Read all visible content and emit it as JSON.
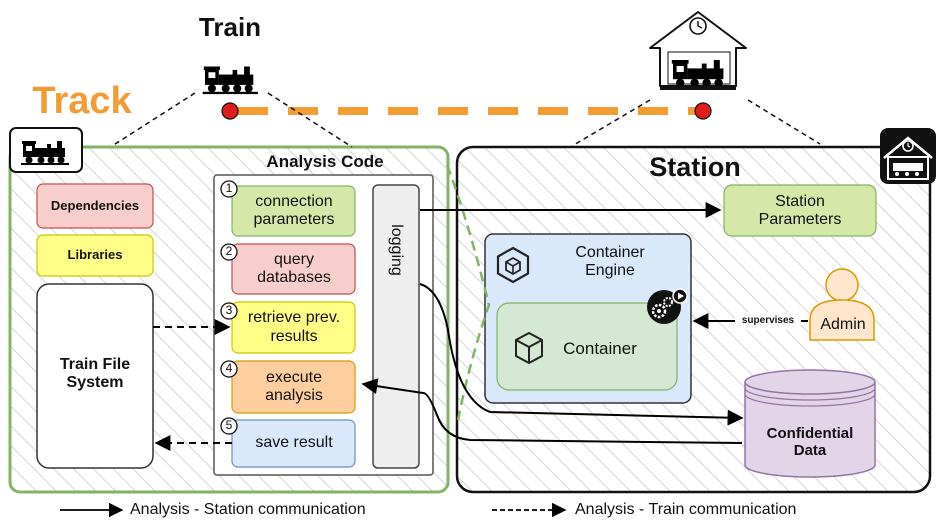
{
  "colors": {
    "track_border": "#82b366",
    "station_border": "#111111",
    "orange": "#f39c33",
    "green_box": "#d5e8a8",
    "green_box_border": "#82b366",
    "red_box": "#f8cecc",
    "red_box_border": "#b85450",
    "yellow_box": "#ffff88",
    "yellow_box_border": "#c8c800",
    "orange_box": "#ffce9f",
    "orange_box_border": "#d79b00",
    "blue_box": "#dae8fc",
    "blue_box_border": "#6c8ebf",
    "purple": "#e1d5e7",
    "purple_border": "#9673a6",
    "admin_fill": "#ffe6cc",
    "admin_border": "#d79b00",
    "red_dot": "#e01b1b"
  },
  "labels": {
    "train": "Train",
    "track": "Track",
    "station": "Station",
    "analysis_code": "Analysis Code",
    "dependencies": "Dependencies",
    "libraries": "Libraries",
    "train_file_system": "Train File System",
    "logging": "logging",
    "station_parameters": "Station Parameters",
    "container_engine": "Container Engine",
    "container": "Container",
    "admin": "Admin",
    "supervises": "supervises",
    "confidential_data": "Confidential Data",
    "legend_solid": "Analysis - Station communication",
    "legend_dashed": "Analysis - Train communication"
  },
  "steps": [
    {
      "number": "1",
      "label": "connection parameters",
      "color": "green"
    },
    {
      "number": "2",
      "label": "query databases",
      "color": "red"
    },
    {
      "number": "3",
      "label": "retrieve prev. results",
      "color": "yellow"
    },
    {
      "number": "4",
      "label": "execute analysis",
      "color": "orange"
    },
    {
      "number": "5",
      "label": "save result",
      "color": "blue"
    }
  ],
  "icons": {
    "train_top": "locomotive-icon",
    "train_badge": "locomotive-icon",
    "station_top": "station-house-icon",
    "station_badge": "station-house-icon",
    "engine": "container-engine-icon",
    "container": "cube-icon",
    "gears": "gears-play-icon",
    "admin": "person-icon"
  }
}
